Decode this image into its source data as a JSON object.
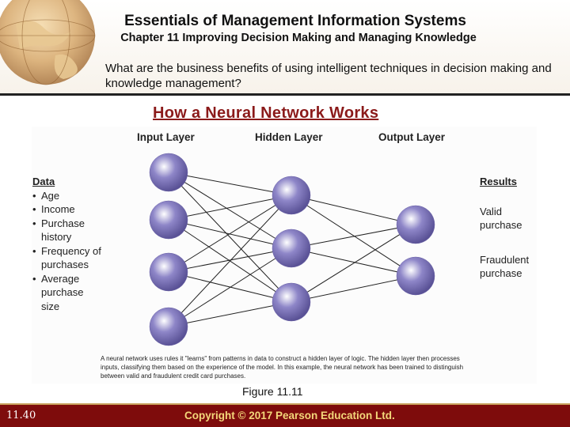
{
  "header": {
    "title": "Essentials of Management Information Systems",
    "subtitle": "Chapter 11 Improving Decision Making and Managing Knowledge"
  },
  "question": "What are the business benefits of using intelligent techniques in decision making and knowledge management?",
  "diagram": {
    "title": "How a Neural Network Works",
    "layers": [
      "Input Layer",
      "Hidden Layer",
      "Output Layer"
    ],
    "data_heading": "Data",
    "data_items": [
      "Age",
      "Income",
      "Purchase history",
      "Frequency of purchases",
      "Average purchase size"
    ],
    "results_heading": "Results",
    "results": [
      "Valid purchase",
      "Fraudulent purchase"
    ],
    "caption": "A neural network uses rules it \"learns\" from patterns in data to construct a hidden layer of logic. The hidden layer then processes inputs, classifying them based on the experience of the model. In this example, the neural network has been trained to distinguish between valid and fraudulent credit card purchases.",
    "figure_label": "Figure 11.11",
    "node_color": "#8e86c8"
  },
  "footer": {
    "slide_number": "11.40",
    "copyright": "Copyright © 2017 Pearson Education Ltd."
  }
}
